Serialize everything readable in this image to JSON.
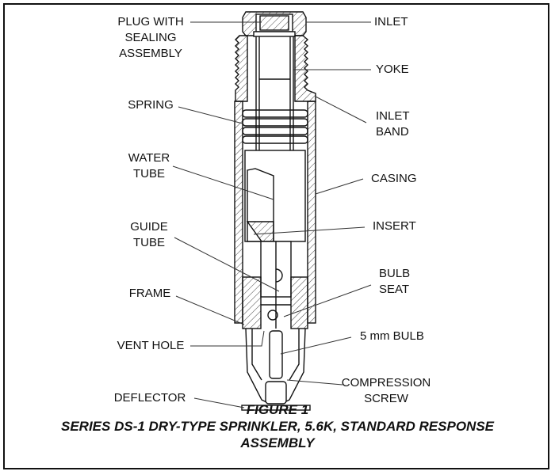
{
  "labels": {
    "plug": [
      "PLUG WITH",
      "SEALING",
      "ASSEMBLY"
    ],
    "spring": "SPRING",
    "water_tube": [
      "WATER",
      "TUBE"
    ],
    "guide_tube": [
      "GUIDE",
      "TUBE"
    ],
    "frame": "FRAME",
    "vent_hole": "VENT HOLE",
    "deflector": "DEFLECTOR",
    "inlet": "INLET",
    "yoke": "YOKE",
    "inlet_band": [
      "INLET",
      "BAND"
    ],
    "casing": "CASING",
    "insert": "INSERT",
    "bulb_seat": [
      "BULB",
      "SEAT"
    ],
    "bulb": "5 mm BULB",
    "compression_screw": [
      "COMPRESSION",
      "SCREW"
    ]
  },
  "caption": {
    "figure": "FIGURE 1",
    "line1": "SERIES DS-1 DRY-TYPE SPRINKLER, 5.6K, STANDARD RESPONSE",
    "line2": "ASSEMBLY"
  }
}
